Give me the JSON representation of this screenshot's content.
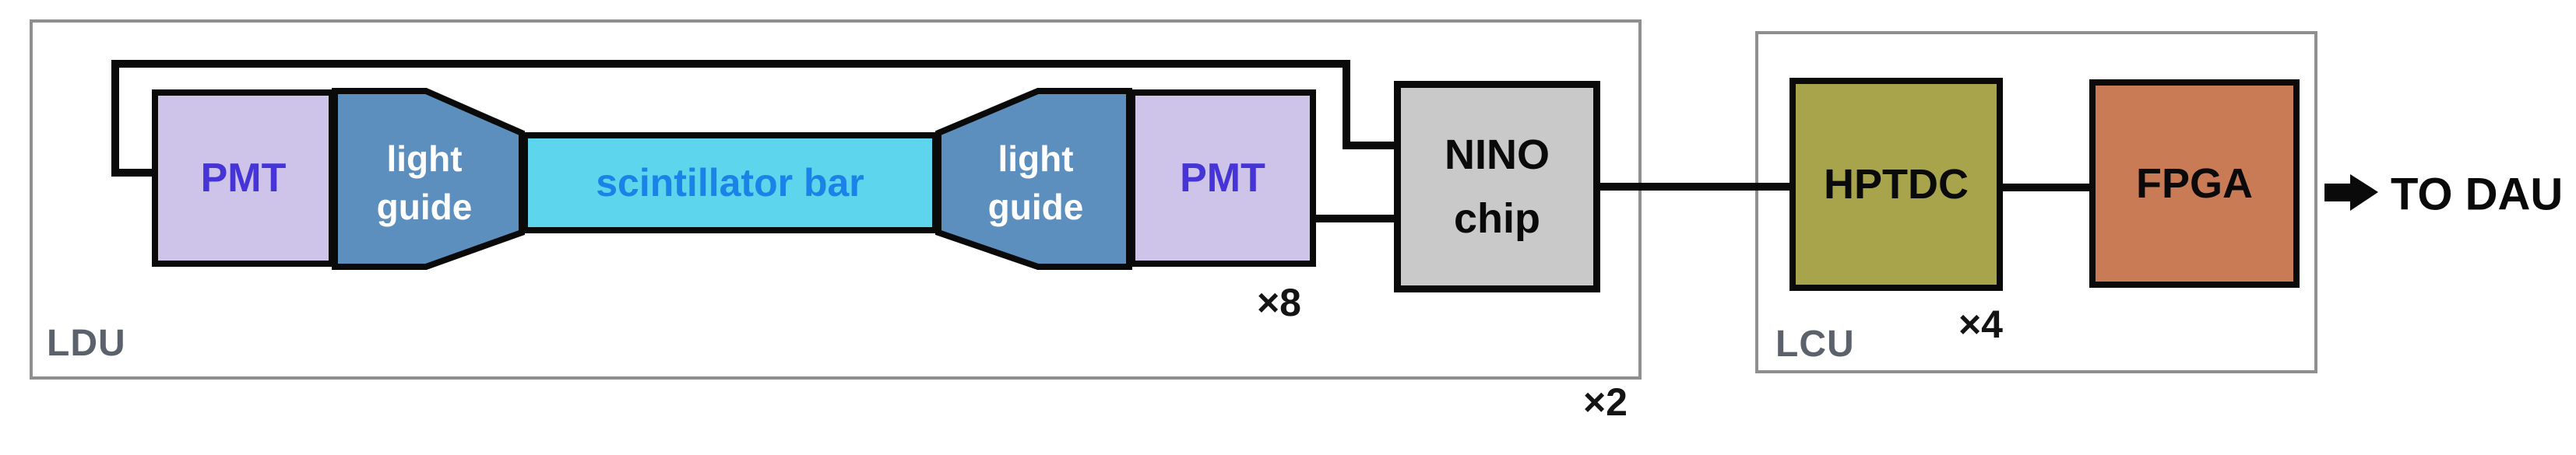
{
  "frames": {
    "ldu": {
      "label": "LDU"
    },
    "lcu": {
      "label": "LCU"
    }
  },
  "blocks": {
    "pmt_left": {
      "label": "PMT"
    },
    "light_guide_left": {
      "line1": "light",
      "line2": "guide"
    },
    "scintillator_bar": {
      "label": "scintillator bar"
    },
    "light_guide_right": {
      "line1": "light",
      "line2": "guide"
    },
    "pmt_right": {
      "label": "PMT"
    },
    "nino_chip": {
      "line1": "NINO",
      "line2": "chip"
    },
    "hptdc": {
      "label": "HPTDC"
    },
    "fpga": {
      "label": "FPGA"
    }
  },
  "annotations": {
    "pmt_channels_multiplier": "×8",
    "hptdc_multiplier": "×4",
    "ldu_multiplier": "×2",
    "output_label": "TO DAU"
  },
  "icons": {
    "output_arrow": "right-arrow"
  },
  "colors": {
    "pmt": "#cec3e9",
    "light_guide": "#5c8fbe",
    "scintillator": "#5dd5ec",
    "nino": "#c9c9c9",
    "hptdc": "#a8a44c",
    "fpga": "#c97b55",
    "pmt_text": "#4634d6",
    "scintillator_text": "#1b83e8",
    "frame_border": "#8f8f8f",
    "frame_text": "#5c626b",
    "wire": "#0a0a0a"
  }
}
